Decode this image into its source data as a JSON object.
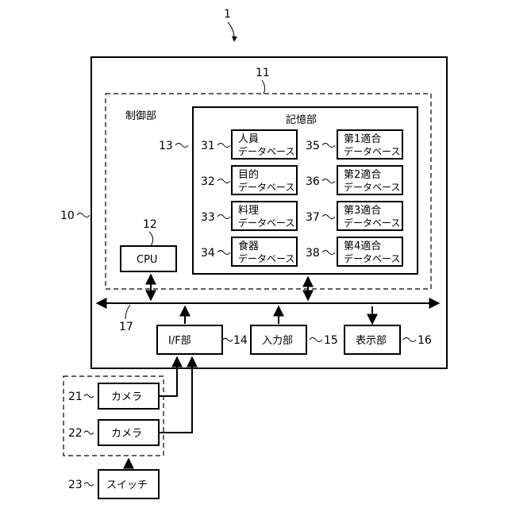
{
  "diagram": {
    "ref_system": "1",
    "ref_device": "10",
    "ref_control": "11",
    "ref_cpu": "12",
    "ref_storage": "13",
    "ref_if": "14",
    "ref_input": "15",
    "ref_display": "16",
    "ref_bus": "17",
    "ref_camera1": "21",
    "ref_camera2": "22",
    "ref_switch": "23",
    "control_label": "制御部",
    "storage_label": "記憶部",
    "cpu_label": "CPU",
    "if_label": "I/F部",
    "input_label": "入力部",
    "display_label": "表示部",
    "camera1_label": "カメラ",
    "camera2_label": "カメラ",
    "switch_label": "スイッチ",
    "databases": [
      {
        "ref": "31",
        "line1": "人員",
        "line2": "データベース"
      },
      {
        "ref": "32",
        "line1": "目的",
        "line2": "データベース"
      },
      {
        "ref": "33",
        "line1": "料理",
        "line2": "データベース"
      },
      {
        "ref": "34",
        "line1": "食器",
        "line2": "データベース"
      },
      {
        "ref": "35",
        "line1": "第1適合",
        "line2": "データベース"
      },
      {
        "ref": "36",
        "line1": "第2適合",
        "line2": "データベース"
      },
      {
        "ref": "37",
        "line1": "第3適合",
        "line2": "データベース"
      },
      {
        "ref": "38",
        "line1": "第4適合",
        "line2": "データベース"
      }
    ]
  }
}
